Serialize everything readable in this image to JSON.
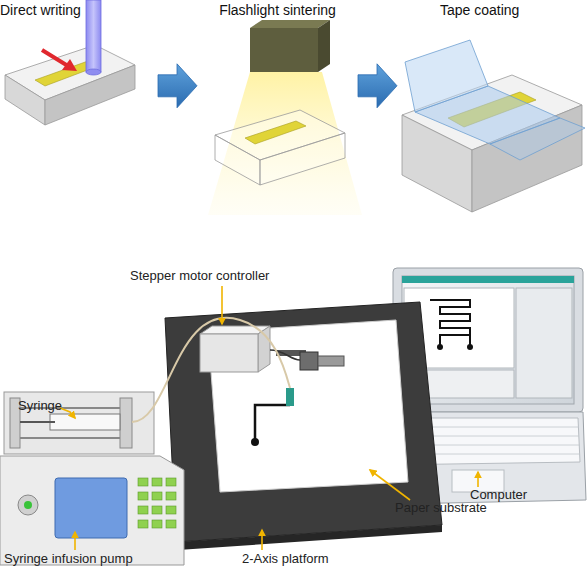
{
  "diagram": {
    "nodes": [
      {
        "text": [
          "Direct writing"
        ]
      },
      {
        "text": [
          "Flashlight sintering"
        ]
      },
      {
        "text": [
          "Tape coating"
        ]
      }
    ],
    "edges": [
      {
        "from": 0,
        "to": 1,
        "arrow": "to"
      },
      {
        "from": 1,
        "to": 2,
        "arrow": "to"
      }
    ],
    "labels": [
      "Stepper motor controller",
      "Syringe",
      "Computer",
      "Paper substrate",
      "Syringe infusion pump",
      "2-Axis platform"
    ]
  }
}
